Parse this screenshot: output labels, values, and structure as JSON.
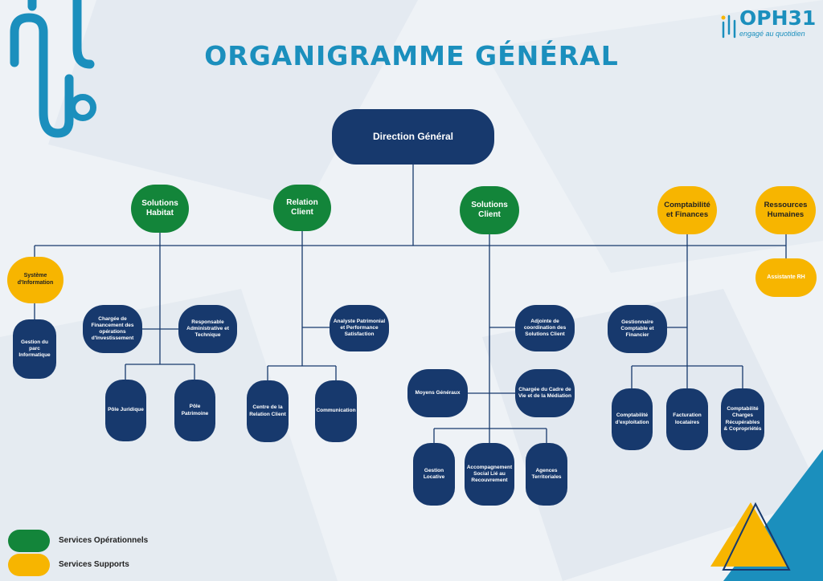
{
  "title": "ORGANIGRAMME GÉNÉRAL",
  "logo": {
    "name": "OPH31",
    "tagline": "engagé au quotidien"
  },
  "colors": {
    "operational": "#13853a",
    "support": "#f7b500",
    "unit": "#17396d",
    "accent": "#1b8fbd"
  },
  "top": "Direction Général",
  "branches": {
    "solutions_habitat": "Solutions Habitat",
    "relation_client": "Relation Client",
    "solutions_client": "Solutions Client",
    "comptabilite": "Comptabilité et Finances",
    "ressources_humaines": "Ressources Humaines",
    "systeme_information": "Système d'Information",
    "assistante_rh": "Assistante RH"
  },
  "units": {
    "gestion_parc": "Gestion du parc Informatique",
    "chargee_financement": "Chargée de Financement des opérations d'Investissement",
    "responsable_admin": "Responsable Administrative et Technique",
    "pole_juridique": "Pôle Juridique",
    "pole_patrimoine": "Pôle Patrimoine",
    "analyste": "Analyste Patrimonial et Performance Satisfaction",
    "centre_relation": "Centre de la Relation Client",
    "communication": "Communication",
    "adjointe": "Adjointe de coordination des Solutions Client",
    "moyens_generaux": "Moyens Généraux",
    "chargee_cadre": "Chargée du Cadre de Vie et de la Médiation",
    "gestion_locative": "Gestion Locative",
    "accompagnement": "Accompagnement Social Lié au Recouvrement",
    "agences": "Agences Territoriales",
    "gestionnaire": "Gestionnaire Comptable et Financier",
    "compta_exploitation": "Comptabilité d'exploitation",
    "facturation": "Facturation locataires",
    "compta_charges": "Comptabilité Charges Récupérables & Copropriétés"
  },
  "legend": {
    "operational": "Services Opérationnels",
    "support": "Services Supports"
  }
}
